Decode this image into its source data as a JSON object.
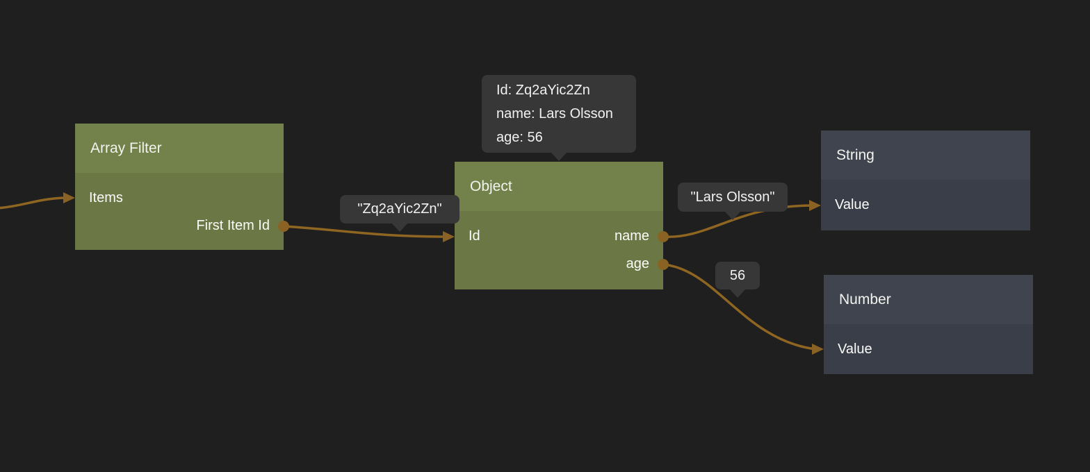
{
  "nodes": {
    "array_filter": {
      "title": "Array Filter",
      "ports": {
        "items": "Items",
        "first_item_id": "First Item Id"
      }
    },
    "object": {
      "title": "Object",
      "ports": {
        "id": "Id",
        "name": "name",
        "age": "age"
      }
    },
    "string": {
      "title": "String",
      "ports": {
        "value": "Value"
      }
    },
    "number": {
      "title": "Number",
      "ports": {
        "value": "Value"
      }
    }
  },
  "wire_labels": {
    "first_item_id_value": "\"Zq2aYic2Zn\"",
    "name_value": "\"Lars Olsson\"",
    "age_value": "56"
  },
  "object_tooltip": {
    "line_1": "Id: Zq2aYic2Zn",
    "line_2": "name: Lars Olsson",
    "line_3": "age: 56"
  },
  "colors": {
    "background": "#1f1f1f",
    "green_node_header": "#73814b",
    "green_node_body": "#6b7845",
    "dark_node_header": "#40444f",
    "dark_node_body": "#3a3e49",
    "wire": "#8f6522",
    "port_marker": "#8a6223",
    "label_background": "#373737",
    "text": "#f2f2f2"
  }
}
